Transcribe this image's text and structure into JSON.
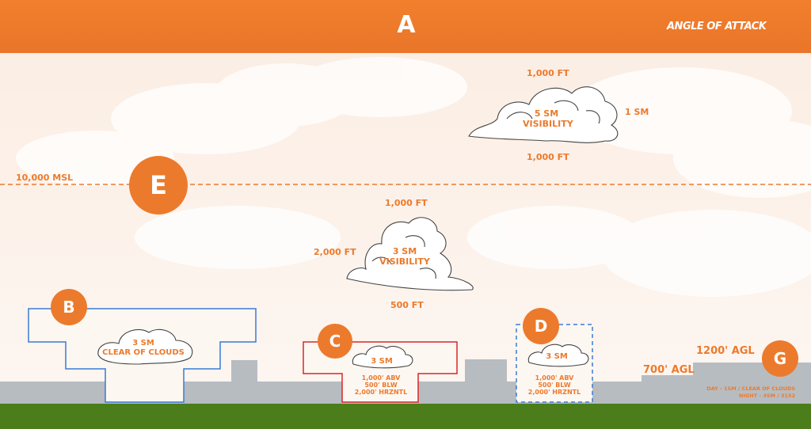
{
  "header": {
    "letter": "A",
    "brand": "ANGLE OF ATTACK"
  },
  "class_e": {
    "letter": "E",
    "altitude_label": "10,000 MSL",
    "upper_cloud": {
      "above": "1,000 FT",
      "below": "1,000 FT",
      "side": "1 SM",
      "visibility_line1": "5 SM",
      "visibility_line2": "VISIBILITY"
    },
    "lower_cloud": {
      "above": "1,000 FT",
      "below": "500 FT",
      "side": "2,000 FT",
      "visibility_line1": "3 SM",
      "visibility_line2": "VISIBILITY"
    }
  },
  "class_b": {
    "letter": "B",
    "line1": "3 SM",
    "line2": "CLEAR OF CLOUDS"
  },
  "class_c": {
    "letter": "C",
    "cloud_label": "3 SM",
    "abv": "1,000' ABV",
    "blw": "500' BLW",
    "hrz": "2,000' HRZNTL"
  },
  "class_d": {
    "letter": "D",
    "cloud_label": "3 SM",
    "abv": "1,000' ABV",
    "blw": "500' BLW",
    "hrz": "2,000' HRZNTL"
  },
  "class_g": {
    "letter": "G",
    "agl_high": "1200' AGL",
    "agl_low": "700' AGL",
    "day": "DAY - 1SM / CLEAR OF CLOUDS",
    "night": "NIGHT - 3SM / 3152"
  },
  "colors": {
    "orange": "#ec7a2c",
    "header": "#ee7a2a",
    "class_b_border": "#3a7bd5",
    "class_c_border": "#d9262a",
    "class_d_border": "#3a7bd5",
    "ground": "#4b7d1a",
    "terrain": "#b7bcc1"
  }
}
